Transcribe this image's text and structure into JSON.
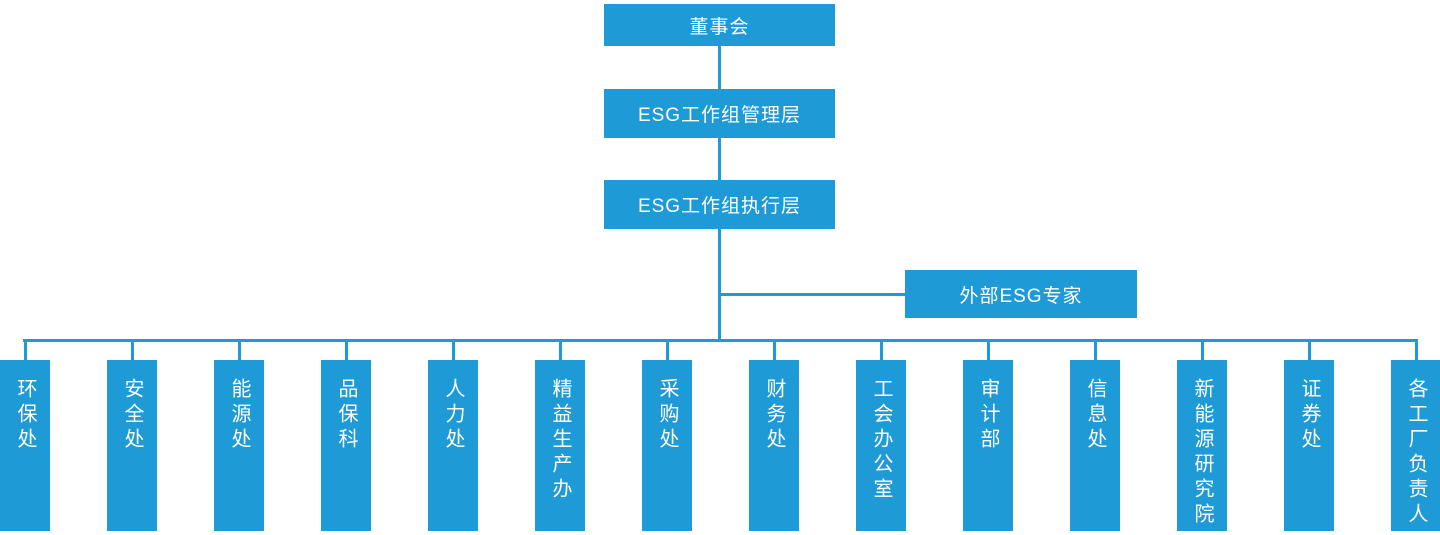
{
  "colors": {
    "accent": "#1E9AD6",
    "box_text": "#FFFFFF",
    "background": "#FFFFFF"
  },
  "org": {
    "board": {
      "label": "董事会"
    },
    "management": {
      "label": "ESG工作组管理层"
    },
    "execution": {
      "label": "ESG工作组执行层"
    },
    "external_expert": {
      "label": "外部ESG专家"
    },
    "departments": [
      {
        "label": "环保处"
      },
      {
        "label": "安全处"
      },
      {
        "label": "能源处"
      },
      {
        "label": "品保科"
      },
      {
        "label": "人力处"
      },
      {
        "label": "精益生产办"
      },
      {
        "label": "采购处"
      },
      {
        "label": "财务处"
      },
      {
        "label": "工会办公室"
      },
      {
        "label": "审计部"
      },
      {
        "label": "信息处"
      },
      {
        "label": "新能源研究院"
      },
      {
        "label": "证券处"
      },
      {
        "label": "各工厂负责人"
      }
    ]
  }
}
